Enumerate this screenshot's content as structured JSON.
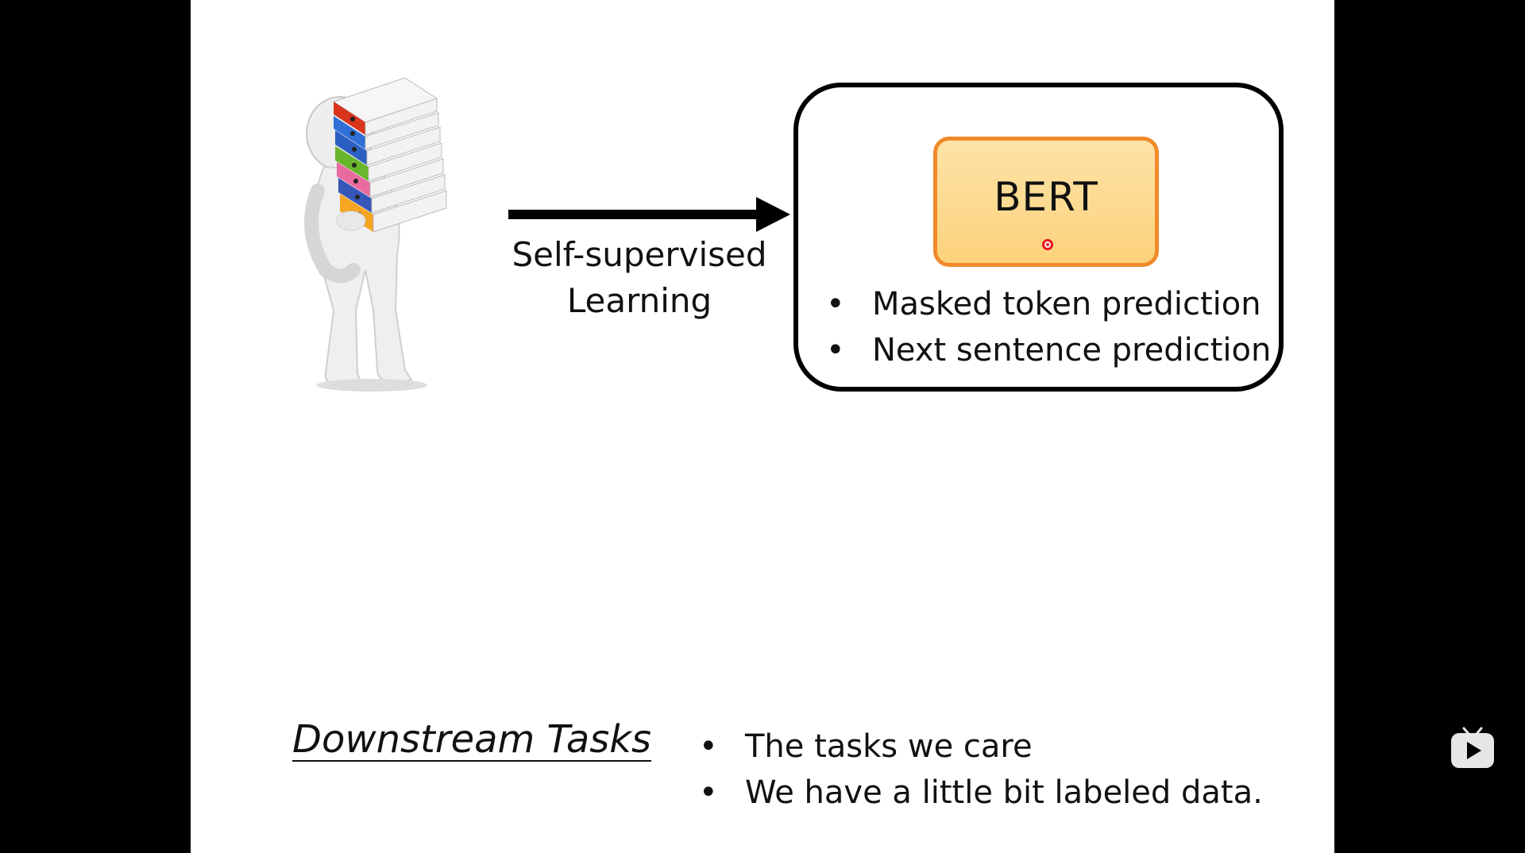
{
  "slide": {
    "arrow_label_line1": "Self-supervised",
    "arrow_label_line2": "Learning",
    "model_name": "BERT",
    "pretraining_tasks": [
      "Masked token prediction",
      "Next sentence prediction"
    ],
    "downstream_title": "Downstream Tasks",
    "downstream_points": [
      "The tasks we care",
      "We have a little bit labeled data."
    ],
    "bullet_glyph": "•"
  },
  "colors": {
    "background": "#000000",
    "slide": "#ffffff",
    "bert_fill": "#fcd27c",
    "bert_border": "#f08a2a",
    "pointer": "#e8131b"
  },
  "icons": {
    "illustration": "person-carrying-binders-icon",
    "player": "play-logo-icon"
  }
}
